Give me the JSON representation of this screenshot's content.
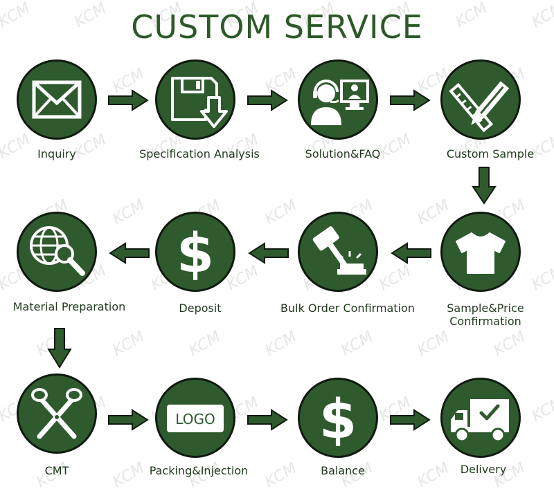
{
  "title": "CUSTOM SERVICE",
  "watermark": "KCM",
  "colors": {
    "circle_fill": "#2f5a2e",
    "circle_border": "#0f1a0f",
    "arrow": "#2f5a2e",
    "title": "#2b5a27",
    "label": "#1f3a1c"
  },
  "steps": [
    {
      "label": "Inquiry",
      "icon": "envelope-icon"
    },
    {
      "label": "Specification Analysis",
      "icon": "floppy-download-icon"
    },
    {
      "label": "Solution&FAQ",
      "icon": "support-agent-icon"
    },
    {
      "label": "Custom Sample",
      "icon": "pencil-ruler-icon"
    },
    {
      "label": "Sample&Price",
      "label2": "Confirmation",
      "icon": "tshirt-icon"
    },
    {
      "label": "Bulk Order Confirmation",
      "icon": "gavel-icon"
    },
    {
      "label": "Deposit",
      "icon": "dollar-icon"
    },
    {
      "label": "Material Preparation",
      "icon": "globe-magnifier-icon"
    },
    {
      "label": "CMT",
      "icon": "scissors-icon"
    },
    {
      "label": "Packing&Injection",
      "icon": "logo-tag-icon",
      "logo_text": "LOGO"
    },
    {
      "label": "Balance",
      "icon": "dollar-icon"
    },
    {
      "label": "Delivery",
      "icon": "delivery-truck-icon"
    }
  ]
}
